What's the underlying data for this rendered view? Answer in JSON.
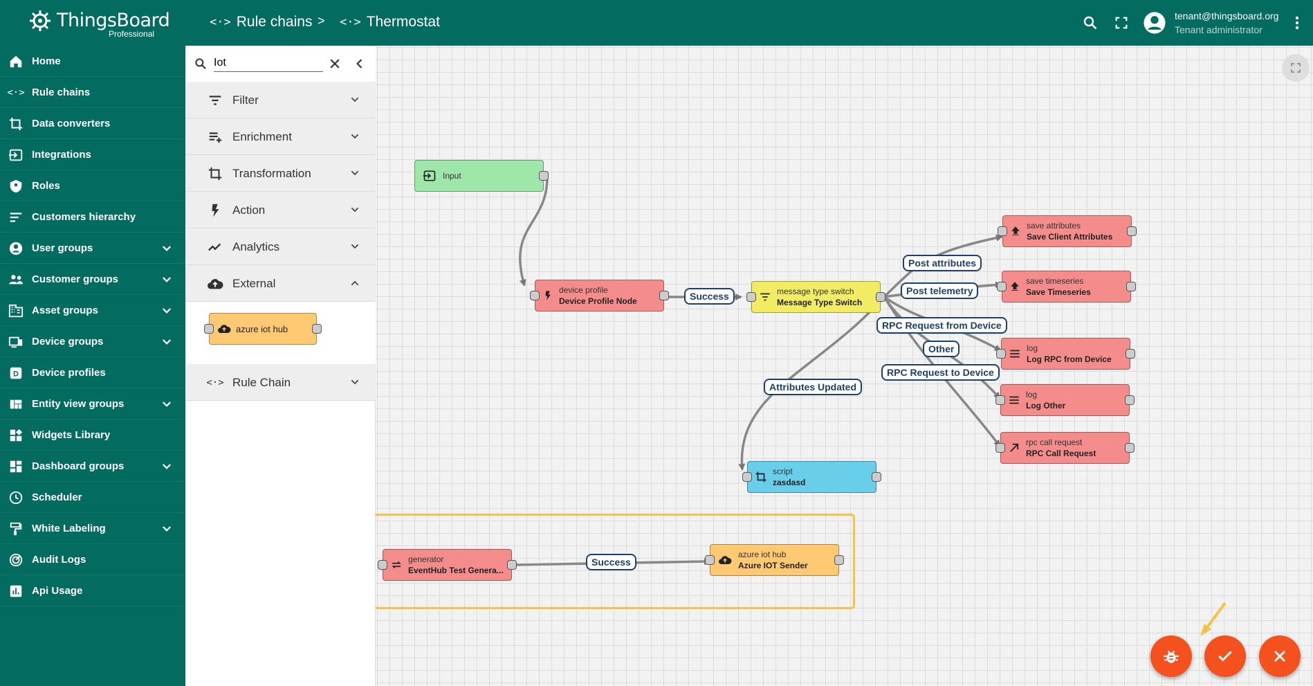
{
  "app": {
    "name": "ThingsBoard",
    "edition": "Professional"
  },
  "breadcrumb": [
    {
      "label": "Rule chains"
    },
    {
      "label": "Thermostat"
    }
  ],
  "breadcrumb_separator": ">",
  "user": {
    "email": "tenant@thingsboard.org",
    "role": "Tenant administrator"
  },
  "sidebar": {
    "items": [
      {
        "label": "Home",
        "icon": "home-icon"
      },
      {
        "label": "Rule chains",
        "icon": "rule-chain-icon"
      },
      {
        "label": "Data converters",
        "icon": "crop-icon"
      },
      {
        "label": "Integrations",
        "icon": "input-icon"
      },
      {
        "label": "Roles",
        "icon": "shield-icon"
      },
      {
        "label": "Customers hierarchy",
        "icon": "sort-icon"
      },
      {
        "label": "User groups",
        "icon": "account-circle-icon",
        "expandable": true
      },
      {
        "label": "Customer groups",
        "icon": "supervisor-icon",
        "expandable": true
      },
      {
        "label": "Asset groups",
        "icon": "domain-icon",
        "expandable": true
      },
      {
        "label": "Device groups",
        "icon": "devices-icon",
        "expandable": true
      },
      {
        "label": "Device profiles",
        "icon": "device-profile-icon"
      },
      {
        "label": "Entity view groups",
        "icon": "view-quilt-icon",
        "expandable": true
      },
      {
        "label": "Widgets Library",
        "icon": "widgets-icon"
      },
      {
        "label": "Dashboard groups",
        "icon": "dashboard-icon",
        "expandable": true
      },
      {
        "label": "Scheduler",
        "icon": "schedule-icon"
      },
      {
        "label": "White Labeling",
        "icon": "format-paint-icon",
        "expandable": true
      },
      {
        "label": "Audit Logs",
        "icon": "track-changes-icon"
      },
      {
        "label": "Api Usage",
        "icon": "insert-chart-icon"
      }
    ]
  },
  "library": {
    "search_value": "Iot",
    "categories": [
      {
        "label": "Filter",
        "icon": "filter-list-icon",
        "expanded": false
      },
      {
        "label": "Enrichment",
        "icon": "playlist-add-icon",
        "expanded": false
      },
      {
        "label": "Transformation",
        "icon": "transform-icon",
        "expanded": false
      },
      {
        "label": "Action",
        "icon": "flash-icon",
        "expanded": false
      },
      {
        "label": "Analytics",
        "icon": "timeline-icon",
        "expanded": false
      },
      {
        "label": "External",
        "icon": "cloud-upload-icon",
        "expanded": true
      },
      {
        "label": "Rule Chain",
        "icon": "rule-chain-icon",
        "expanded": false
      }
    ],
    "external_node": {
      "label": "azure iot hub",
      "color": "#ffc974"
    }
  },
  "nodes": {
    "input": {
      "type": "",
      "name": "Input",
      "color": "#9fe6ab"
    },
    "device_profile": {
      "type": "device profile",
      "name": "Device Profile Node",
      "color": "#f48c8c"
    },
    "msg_switch": {
      "type": "message type switch",
      "name": "Message Type Switch",
      "color": "#f1ec64"
    },
    "save_attr": {
      "type": "save attributes",
      "name": "Save Client Attributes",
      "color": "#f48c8c"
    },
    "save_ts": {
      "type": "save timeseries",
      "name": "Save Timeseries",
      "color": "#f48c8c"
    },
    "log_rpc": {
      "type": "log",
      "name": "Log RPC from Device",
      "color": "#f48c8c"
    },
    "log_other": {
      "type": "log",
      "name": "Log Other",
      "color": "#f48c8c"
    },
    "rpc_call": {
      "type": "rpc call request",
      "name": "RPC Call Request",
      "color": "#f48c8c"
    },
    "script": {
      "type": "script",
      "name": "zasdasd",
      "color": "#69ceea"
    },
    "generator": {
      "type": "generator",
      "name": "EventHub Test Genera...",
      "color": "#f48c8c"
    },
    "azure": {
      "type": "azure iot hub",
      "name": "Azure IOT Sender",
      "color": "#ffc974"
    }
  },
  "edge_labels": {
    "success1": "Success",
    "post_attributes": "Post attributes",
    "post_telemetry": "Post telemetry",
    "rpc_from_device": "RPC Request from Device",
    "other": "Other",
    "rpc_to_device": "RPC Request to Device",
    "attributes_updated": "Attributes Updated",
    "success2": "Success"
  },
  "colors": {
    "primary": "#036b5f",
    "fab": "#f4511e",
    "selection": "#f6c244",
    "edge_label": "#1c3f6e"
  }
}
